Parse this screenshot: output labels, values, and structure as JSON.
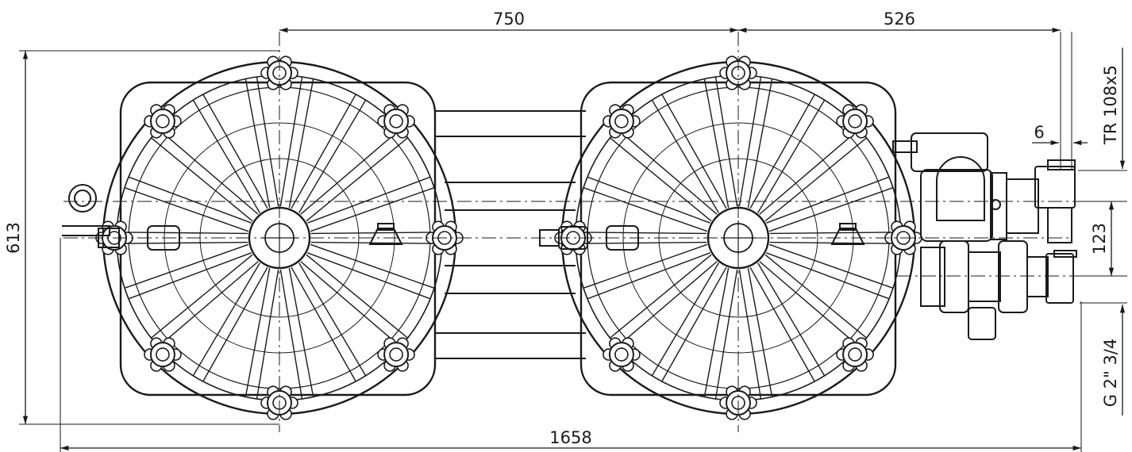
{
  "dimensions": {
    "top_left": "750",
    "top_right": "526",
    "overall_width": "1658",
    "overall_height": "613",
    "pipe_thread": "TR 108x5",
    "wall_gap": "6",
    "port_spacing": "123",
    "port_thread": "G 2\" 3/4"
  },
  "colors": {
    "line": "#1a1a1a",
    "background": "#ffffff"
  }
}
